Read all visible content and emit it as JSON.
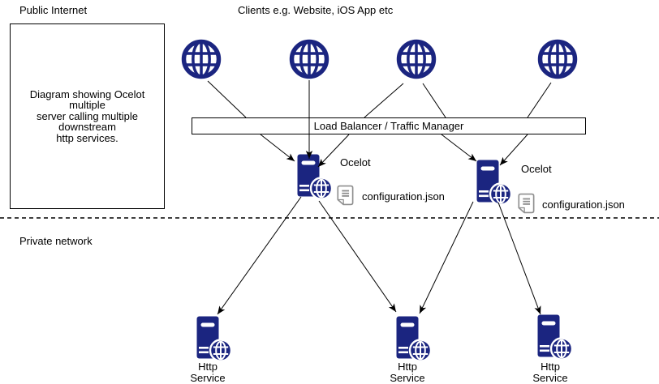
{
  "zones": {
    "public_label": "Public Internet",
    "private_label": "Private network"
  },
  "clients_label": "Clients e.g. Website, iOS App etc",
  "description_box": {
    "lines": {
      "0": "Diagram showing Ocelot multiple",
      "1": "server calling multiple downstream",
      "2": "http services."
    }
  },
  "load_balancer_label": "Load Balancer / Traffic Manager",
  "gateways": {
    "0": {
      "label": "Ocelot",
      "config_label": "configuration.json"
    },
    "1": {
      "label": "Ocelot",
      "config_label": "configuration.json"
    }
  },
  "services": {
    "0": {
      "label_line1": "Http",
      "label_line2": "Service"
    },
    "1": {
      "label_line1": "Http",
      "label_line2": "Service"
    },
    "2": {
      "label_line1": "Http",
      "label_line2": "Service"
    }
  },
  "icons": {
    "client": "globe-icon",
    "gateway": "server-with-globe-badge-icon",
    "config": "document-file-icon",
    "service": "server-with-globe-badge-icon"
  },
  "colors": {
    "icon_navy": "#1B2580",
    "line_black": "#000000",
    "file_icon_gray": "#8F8F8F",
    "background": "#FFFFFF"
  }
}
